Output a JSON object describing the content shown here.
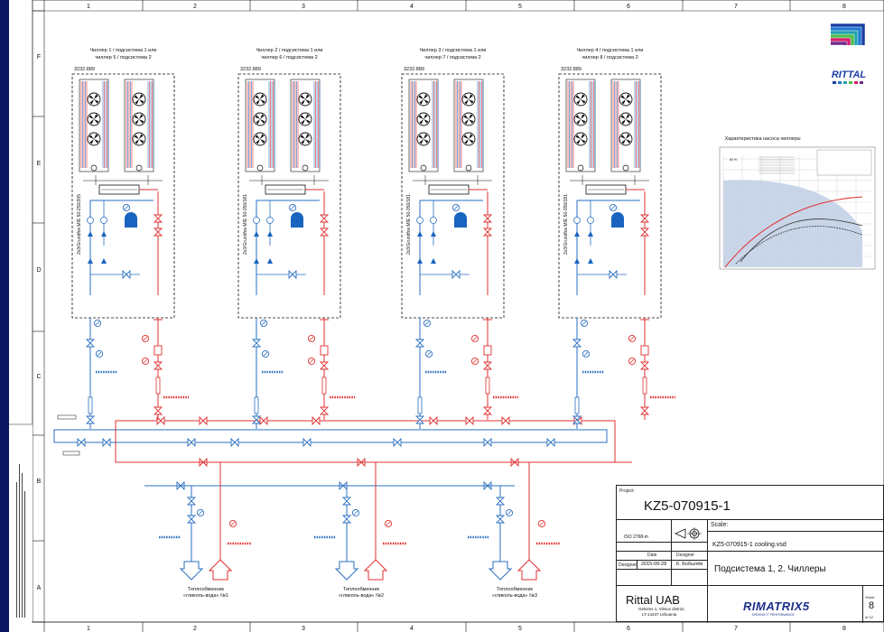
{
  "grid": {
    "cols": [
      "1",
      "2",
      "3",
      "4",
      "5",
      "6",
      "7",
      "8"
    ],
    "rows": [
      "F",
      "E",
      "D",
      "C",
      "B",
      "A"
    ]
  },
  "chillers": [
    {
      "title1": "Чиллер 1 / подсистема 1 или",
      "title2": "чиллер 5 / подсистема 2",
      "code": "3232.889",
      "model": "2x3/Grundfos M/E 50-250/205"
    },
    {
      "title1": "Чиллер 2 / подсистема 1 или",
      "title2": "чиллер 6 / подсистема 2",
      "code": "3232.889",
      "model": "2x3/Grundfos M/E 50-350/181"
    },
    {
      "title1": "Чиллер 3 / подсистема 1 или",
      "title2": "чиллер 7 / подсистема 2",
      "code": "3232.889",
      "model": "2x3/Grundfos M/E 50-350/181"
    },
    {
      "title1": "Чиллер 4 / подсистема 1 или",
      "title2": "чиллер 8 / подсистема 2",
      "code": "3232.889",
      "model": "2x3/Grundfos M/E 50-350/181"
    }
  ],
  "exchangers": [
    {
      "line1": "Теплообменник",
      "line2": "«гликоль-вода» №1"
    },
    {
      "line1": "Теплообменник",
      "line2": "«гликоль-вода» №2"
    },
    {
      "line1": "Теплообменник",
      "line2": "«гликоль-вода» №3"
    }
  ],
  "pump_chart": {
    "caption": "Характеристика насоса чиллера:",
    "pct": "80 %"
  },
  "logo": {
    "text": "RITTAL"
  },
  "title_block": {
    "project_label": "Project:",
    "project": "KZ5-070915-1",
    "scale_label": "Scale:",
    "iso": "ISO 2768-m",
    "file": "KZ5-070915-1 cooling.vsd",
    "date_label": "Date",
    "designer_label": "Designer",
    "designed_label": "Designed",
    "date": "2015-09-28",
    "designer": "К. Бобылёв",
    "drawing_title": "Подсистема 1, 2. Чиллеры",
    "company": "Rittal UAB",
    "address1": "Gelezes 1, Vilnius district,",
    "address2": "LT-14247 Lithuania",
    "brand": "RIMATRIX5",
    "brand_sub": "DRIVING IT PERFORMANCE",
    "sheet_label": "Sheet",
    "sheet": "8",
    "sheet_of": "of 12"
  },
  "colors": {
    "supply": "#e03030",
    "return": "#2a6fc0",
    "line": "#111111"
  }
}
